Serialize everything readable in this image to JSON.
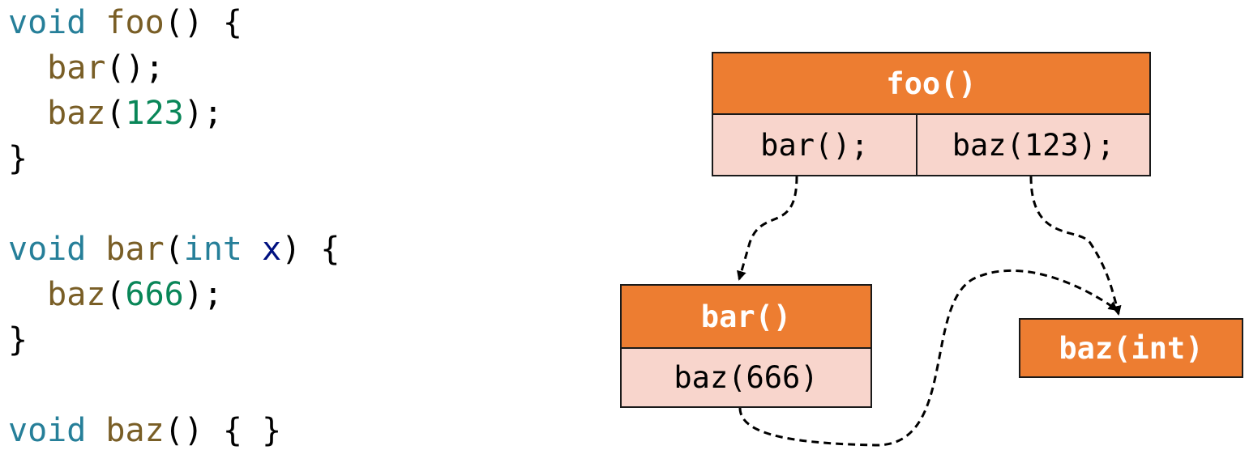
{
  "code": {
    "lines": [
      [
        {
          "t": "void",
          "c": "kw"
        },
        {
          "t": " ",
          "c": "pn"
        },
        {
          "t": "foo",
          "c": "fn"
        },
        {
          "t": "() {",
          "c": "pn"
        }
      ],
      [
        {
          "t": "  ",
          "c": "pn"
        },
        {
          "t": "bar",
          "c": "fn"
        },
        {
          "t": "();",
          "c": "pn"
        }
      ],
      [
        {
          "t": "  ",
          "c": "pn"
        },
        {
          "t": "baz",
          "c": "fn"
        },
        {
          "t": "(",
          "c": "pn"
        },
        {
          "t": "123",
          "c": "num"
        },
        {
          "t": ");",
          "c": "pn"
        }
      ],
      [
        {
          "t": "}",
          "c": "pn"
        }
      ],
      [],
      [
        {
          "t": "void",
          "c": "kw"
        },
        {
          "t": " ",
          "c": "pn"
        },
        {
          "t": "bar",
          "c": "fn"
        },
        {
          "t": "(",
          "c": "pn"
        },
        {
          "t": "int",
          "c": "kw"
        },
        {
          "t": " ",
          "c": "pn"
        },
        {
          "t": "x",
          "c": "param"
        },
        {
          "t": ") {",
          "c": "pn"
        }
      ],
      [
        {
          "t": "  ",
          "c": "pn"
        },
        {
          "t": "baz",
          "c": "fn"
        },
        {
          "t": "(",
          "c": "pn"
        },
        {
          "t": "666",
          "c": "num"
        },
        {
          "t": ");",
          "c": "pn"
        }
      ],
      [
        {
          "t": "}",
          "c": "pn"
        }
      ],
      [],
      [
        {
          "t": "void",
          "c": "kw"
        },
        {
          "t": " ",
          "c": "pn"
        },
        {
          "t": "baz",
          "c": "fn"
        },
        {
          "t": "() { }",
          "c": "pn"
        }
      ]
    ]
  },
  "diagram": {
    "foo": {
      "title": "foo()",
      "calls": [
        "bar();",
        "baz(123);"
      ]
    },
    "bar": {
      "title": "bar()",
      "calls": [
        "baz(666)"
      ]
    },
    "baz": {
      "title": "baz(int)"
    }
  },
  "colors": {
    "header": "#ed7d31",
    "body": "#f8d5cc",
    "keyword": "#267f99",
    "function": "#795e26",
    "number": "#098658",
    "param": "#001080"
  }
}
